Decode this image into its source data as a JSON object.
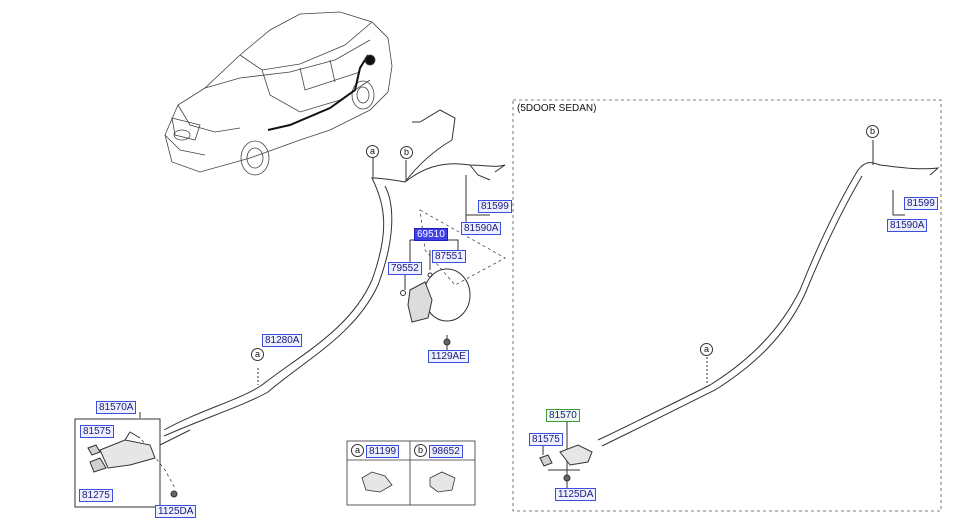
{
  "sedan_section": {
    "title": "(5DOOR SEDAN)"
  },
  "callouts": {
    "a": "a",
    "b": "b"
  },
  "parts": {
    "p81599_main": "81599",
    "p81590a_main": "81590A",
    "p69510": "69510",
    "p87551": "87551",
    "p79552": "79552",
    "p81280a": "81280A",
    "p1129ae": "1129AE",
    "p81570a": "81570A",
    "p81575_main": "81575",
    "p81275": "81275",
    "p1125da_main": "1125DA",
    "p81599_sedan": "81599",
    "p81590a_sedan": "81590A",
    "p81570": "81570",
    "p81575_sedan": "81575",
    "p1125da_sedan": "1125DA"
  },
  "legend": {
    "a_letter": "a",
    "a_part": "81199",
    "b_letter": "b",
    "b_part": "98652"
  },
  "colors": {
    "label_border": "#3b4fd8",
    "selected_label": "#4040e8",
    "group_label_border": "#3c9a3c",
    "line": "#333333"
  }
}
